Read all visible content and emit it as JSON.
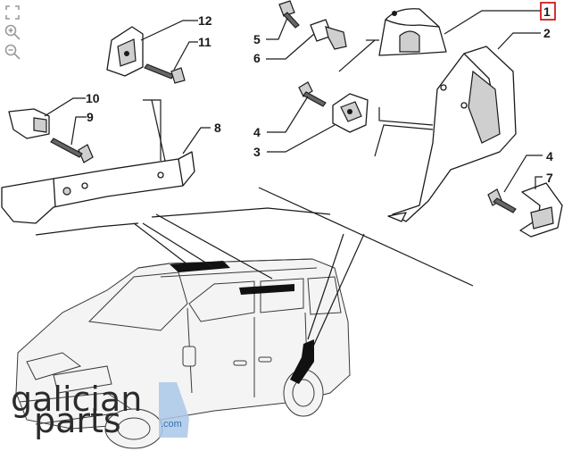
{
  "callouts": {
    "c1": "1",
    "c2": "2",
    "c3": "3",
    "c4a": "4",
    "c4b": "4",
    "c5": "5",
    "c6": "6",
    "c7": "7",
    "c8": "8",
    "c9": "9",
    "c10": "10",
    "c11": "11",
    "c12": "12"
  },
  "highlighted_callout": "1",
  "highlight_color": "#cc0000",
  "watermark": {
    "line1": "galician",
    "line2": "parts",
    "suffix": ".com",
    "accent_color": "#a9c8e8"
  },
  "toolbar": {
    "icons": [
      "fullscreen-icon",
      "zoom-in-icon",
      "zoom-out-icon"
    ]
  }
}
